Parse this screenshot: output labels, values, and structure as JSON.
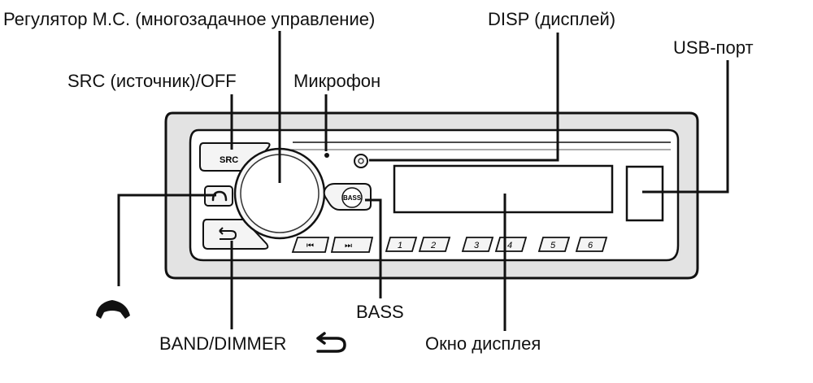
{
  "callouts": {
    "mc_dial": "Регулятор M.C. (многозадачное управление)",
    "disp": "DISP (дисплей)",
    "usb_port": "USB-порт",
    "src_off": "SRC (источник)/OFF",
    "microphone": "Микрофон",
    "bass": "BASS",
    "band_dimmer": "BAND/DIMMER",
    "display_window": "Окно дисплея"
  },
  "device": {
    "src_button": "SRC",
    "bass_button": "BASS",
    "prev_track": "⏮",
    "next_track": "⏭",
    "presets": [
      "1",
      "2",
      "3",
      "4",
      "5",
      "6"
    ]
  },
  "icons": {
    "phone": "phone-handset-icon",
    "back_arrow": "return-arrow-icon"
  }
}
